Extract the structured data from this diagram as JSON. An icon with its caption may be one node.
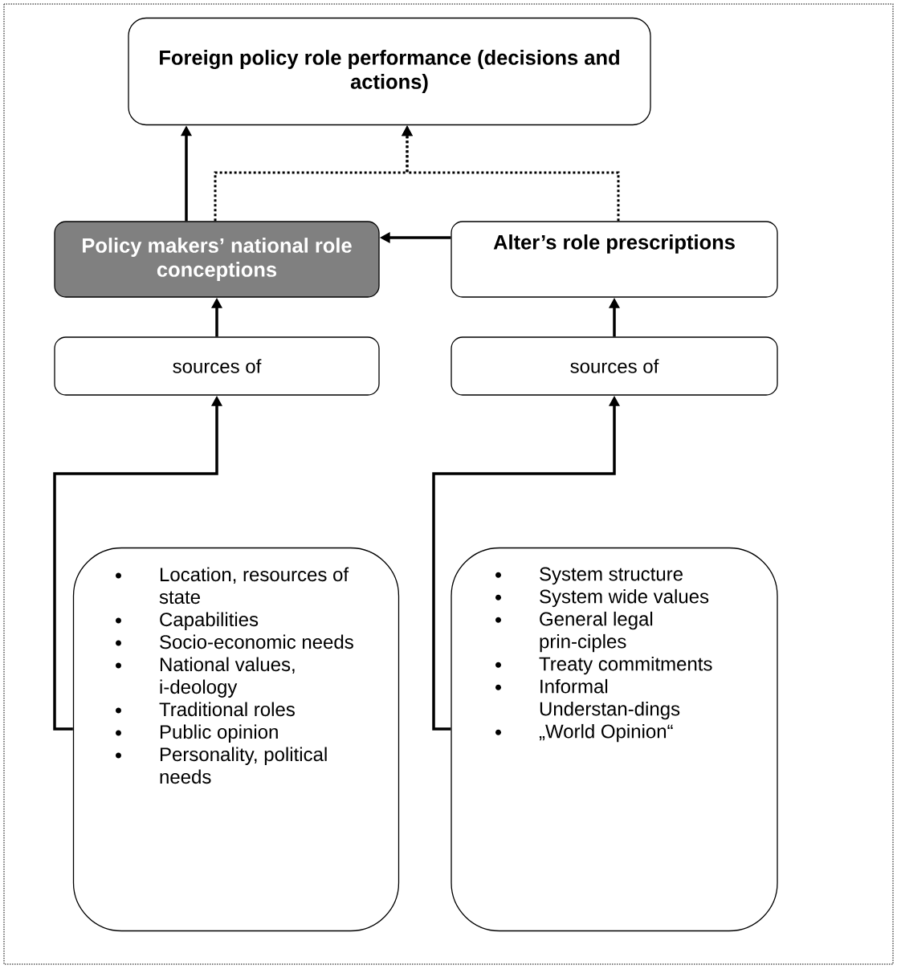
{
  "diagram": {
    "nodes": [
      {
        "text": [
          "Foreign policy role performance (decisions and actions)"
        ]
      },
      {
        "text": [
          "Policy makers’ national role conceptions"
        ]
      },
      {
        "text": [
          "Alter’s role prescriptions"
        ]
      },
      {
        "text": [
          "sources of"
        ]
      },
      {
        "text": [
          "sources of"
        ]
      },
      {
        "text": [
          "Location, resources of state",
          "Capabilities",
          "Socio-economic needs",
          "National values, i-deology",
          "Traditional roles",
          "Public opinion",
          "Personality, political needs"
        ]
      },
      {
        "text": [
          "System structure",
          "System wide values",
          "General legal prin-ciples",
          "Treaty commitments",
          "Informal Understan-dings",
          "„World Opinion“"
        ]
      }
    ],
    "edges": [
      {
        "from": 1,
        "to": 0,
        "arrow": "to"
      },
      {
        "from": 1,
        "to": 0,
        "arrow": "to",
        "style": "dashed"
      },
      {
        "from": 2,
        "to": 0,
        "arrow": "to",
        "style": "dashed"
      },
      {
        "from": 2,
        "to": 1,
        "arrow": "to"
      },
      {
        "from": 3,
        "to": 1,
        "arrow": "to"
      },
      {
        "from": 4,
        "to": 2,
        "arrow": "to"
      },
      {
        "from": 5,
        "to": 3,
        "arrow": "to"
      },
      {
        "from": 6,
        "to": 4,
        "arrow": "to"
      }
    ]
  }
}
